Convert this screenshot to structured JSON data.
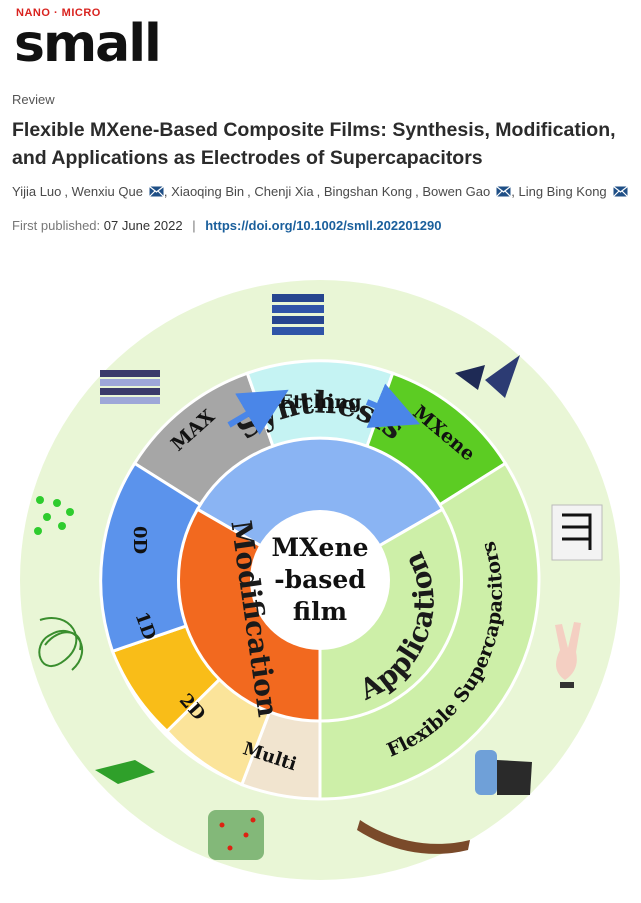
{
  "journal": {
    "prefix": "NANO · MICRO",
    "name": "small"
  },
  "article_type": "Review",
  "title": "Flexible MXene-Based Composite Films: Synthesis, Modification, and Applications as Electrodes of Supercapacitors",
  "authors": [
    {
      "name": "Yijia Luo",
      "email": false
    },
    {
      "name": "Wenxiu Que",
      "email": true
    },
    {
      "name": "Xiaoqing Bin",
      "email": false
    },
    {
      "name": "Chenji Xia",
      "email": false
    },
    {
      "name": "Bingshan Kong",
      "email": false
    },
    {
      "name": "Bowen Gao",
      "email": true
    },
    {
      "name": "Ling Bing Kong",
      "email": true
    }
  ],
  "published": {
    "label": "First published:",
    "date": "07 June 2022",
    "separator": "|",
    "doi": "https://doi.org/10.1002/smll.202201290"
  },
  "figure": {
    "center": [
      "MXene",
      "-based",
      "film"
    ],
    "inner": {
      "synthesis": "Synthesis",
      "modification": "Modification",
      "application": "Application"
    },
    "outer": {
      "max": "MAX",
      "etching": "Etching",
      "mxene": "MXene",
      "d0": "0D",
      "d1": "1D",
      "d2": "2D",
      "multi": "Multi",
      "flexible": "Flexible Supercapacitors"
    },
    "colors": {
      "background_disk": "#e9f6d6",
      "synthesis": "#8ab4f3",
      "modification": "#f2691f",
      "application": "#cdefa8",
      "max": "#a6a6a6",
      "etching": "#c5f3f3",
      "mxene": "#5ccc23",
      "d0": "#5b93ec",
      "d1": "#f9bd18",
      "d2": "#fbe49a",
      "multi": "#f1e4cf",
      "flexible": "#cdefa8"
    }
  }
}
